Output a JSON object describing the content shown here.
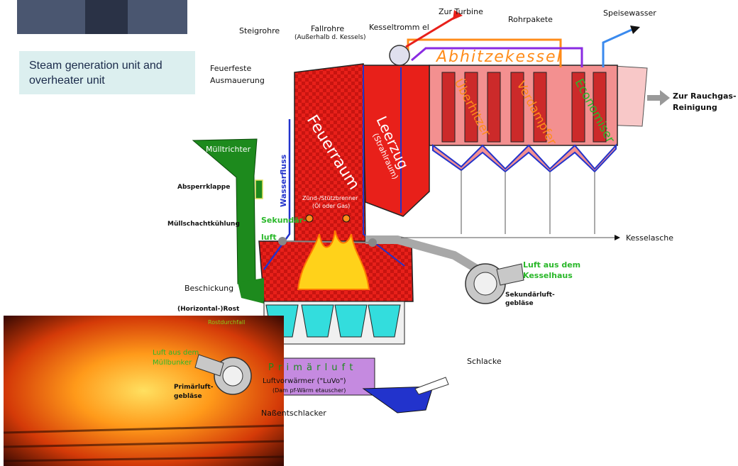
{
  "caption": "Steam generation unit and overheater unit",
  "labels": {
    "zur_turbine": "Zur Turbine",
    "rohrpakete": "Rohrpakete",
    "speisewasser": "Speisewasser",
    "steigrohre": "Steigrohre",
    "fallrohre": "Fallrohre",
    "fallrohre_sub": "(Außerhalb d. Kessels)",
    "kesseltrommel": "Kesseltromm el",
    "abhitzekessel": "Abhitzekessel",
    "feuerfeste_1": "Feuerfeste",
    "feuerfeste_2": "Ausmauerung",
    "zur_rauchgas_1": "Zur Rauchgas-",
    "zur_rauchgas_2": "Reinigung",
    "ueberhitzer": "Überhitzer",
    "verdampfer": "Verdampfer",
    "economiser": "Economiser",
    "feuerraum": "Feuerraum",
    "leerzug": "Leerzug",
    "strahlraum": "(Strahlraum)",
    "muelltrichter": "Mülltrichter",
    "wasserfluss": "Wasserfluss",
    "absperrklappe": "Absperrklappe",
    "zuendbrenner_1": "Zünd-/Stützbrenner",
    "zuendbrenner_2": "(Öl oder Gas)",
    "muellschacht": "Müllschachtkühlung",
    "sekundaer_1": "Sekundär-",
    "sekundaer_2": "luft",
    "kesselasche": "Kesselasche",
    "luft_kesselhaus_1": "Luft aus dem",
    "luft_kesselhaus_2": "Kesselhaus",
    "sek_geblaese_1": "Sekundärluft-",
    "sek_geblaese_2": "gebläse",
    "beschickung": "Beschickung",
    "rost": "(Horizontal-)Rost",
    "rostdurchfall": "Rostdurchfall",
    "luft_muellbunker_1": "Luft aus dem",
    "luft_muellbunker_2": "Müllbunker",
    "primaerluft": "P r i m ä r l u f t",
    "luvo_1": "Luftvorwärmer (\"LuVo\")",
    "luvo_2": "(Dam pf-Wärm etauscher)",
    "prim_geblaese_1": "Primärluft-",
    "prim_geblaese_2": "gebläse",
    "schlacke": "Schlacke",
    "nassentschlacker": "Naßentschlacker"
  },
  "colors": {
    "furnace_red": "#e8201a",
    "boiler_pink": "#f39090",
    "hopper_green": "#1d8a1d",
    "cyan": "#33dddd",
    "purple": "#b060d0",
    "grey": "#a8a8a8",
    "orange": "#ff8c1a",
    "blue": "#2233cc"
  }
}
